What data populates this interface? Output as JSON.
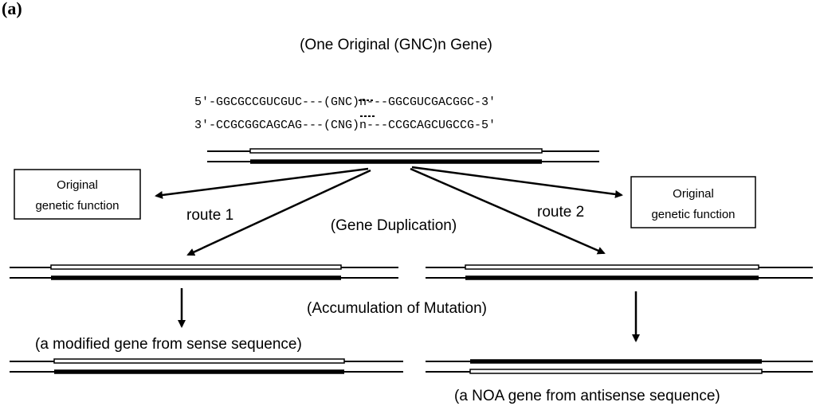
{
  "panel_label": "(a)",
  "title": "(One Original (GNC)n Gene)",
  "sequence": {
    "top_strand": "5'-GGCGCCGUCGUC---(GNC)n---GGCGUCGACGGC-3'",
    "bottom_strand": "3'-CCGCGGCAGCAG---(CNG)n---CCGCAGCUGCCG-5'"
  },
  "left_box": {
    "line1": "Original",
    "line2": "genetic function"
  },
  "right_box": {
    "line1": "Original",
    "line2": "genetic function"
  },
  "route1_label": "route 1",
  "route2_label": "route 2",
  "gene_duplication_label": "(Gene Duplication)",
  "accumulation_label": "(Accumulation of Mutation)",
  "sense_result_label": "(a modified gene from sense sequence)",
  "antisense_result_label": "(a NOA gene from antisense sequence)"
}
